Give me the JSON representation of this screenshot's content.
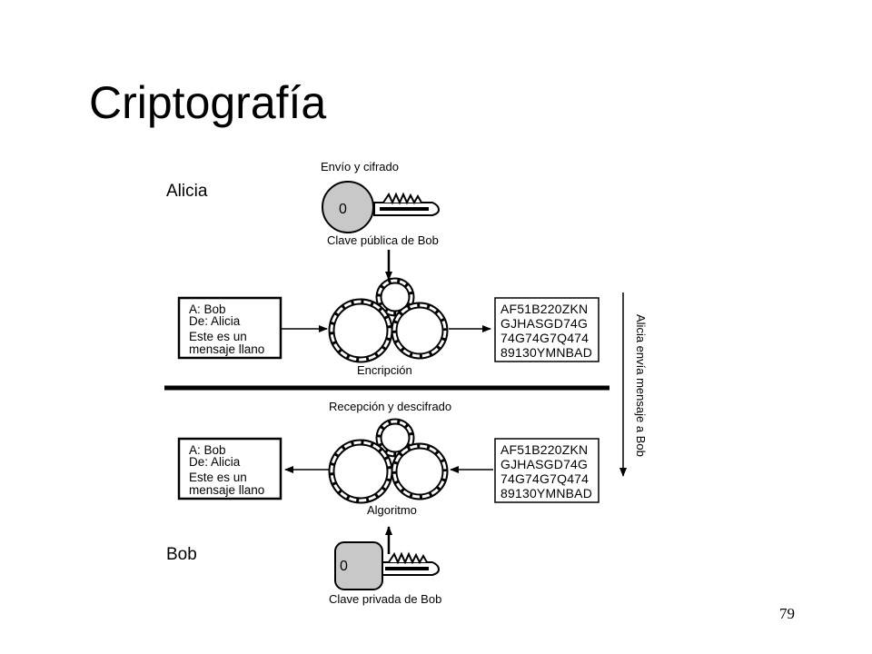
{
  "slide": {
    "title": "Criptografía",
    "page_number": "79"
  },
  "diagram": {
    "sender_label": "Alicia",
    "receiver_label": "Bob",
    "encrypt_section": {
      "heading": "Envío y cifrado",
      "key_label": "Clave pública de Bob",
      "key_mark": "0",
      "process_label": "Encripción"
    },
    "decrypt_section": {
      "heading": "Recepción y descifrado",
      "key_label": "Clave privada de Bob",
      "key_mark": "0",
      "process_label": "Algoritmo"
    },
    "plaintext_message": {
      "to": "A: Bob",
      "from": "De: Alicia",
      "line1": "Este es un",
      "line2": "mensaje llano"
    },
    "ciphertext_lines": [
      "AF51B220ZKN",
      "GJHASGD74G",
      "74G74G7Q474",
      "89130YMNBAD"
    ],
    "side_label": "Alicia envía mensaje a Bob"
  },
  "colors": {
    "public_key_fill": "#c8c8c8",
    "private_key_fill": "#c8c8c8",
    "ink": "#000000"
  }
}
